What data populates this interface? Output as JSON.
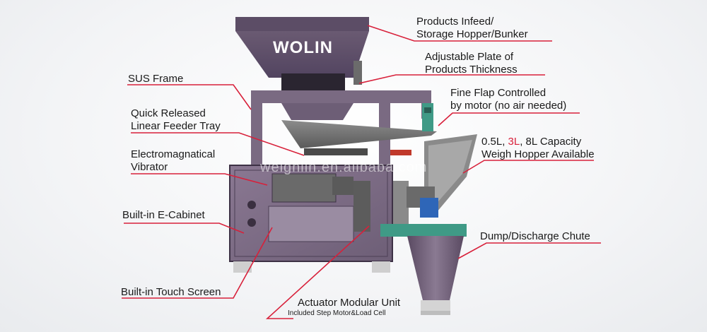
{
  "brand": "WOLIN",
  "watermark": "weighlin.en.alibaba.com",
  "labels": {
    "infeed_line1": "Products Infeed/",
    "infeed_line2": "Storage Hopper/Bunker",
    "plate_line1": "Adjustable Plate of",
    "plate_line2": "Products Thickness",
    "sus_frame": "SUS Frame",
    "flap_line1": "Fine Flap Controlled",
    "flap_line2": "by motor (no air needed)",
    "tray_line1": "Quick Released",
    "tray_line2": "Linear Feeder Tray",
    "capacity_a": "0.5L, ",
    "capacity_b": "3L",
    "capacity_c": ", 8L Capacity",
    "capacity_line2": "Weigh Hopper Available",
    "vibrator_line1": "Electromagnatical",
    "vibrator_line2": "Vibrator",
    "cabinet": "Built-in E-Cabinet",
    "chute": "Dump/Discharge Chute",
    "touch_screen": "Built-in Touch Screen",
    "actuator_line1": "Actuator Modular Unit",
    "actuator_line2": "Included Step Motor&Load Cell"
  },
  "colors": {
    "leader": "#d8203a",
    "highlight": "#d8203a",
    "machine_purple": "#7a6a82",
    "bracket_green": "#3f9a86"
  }
}
